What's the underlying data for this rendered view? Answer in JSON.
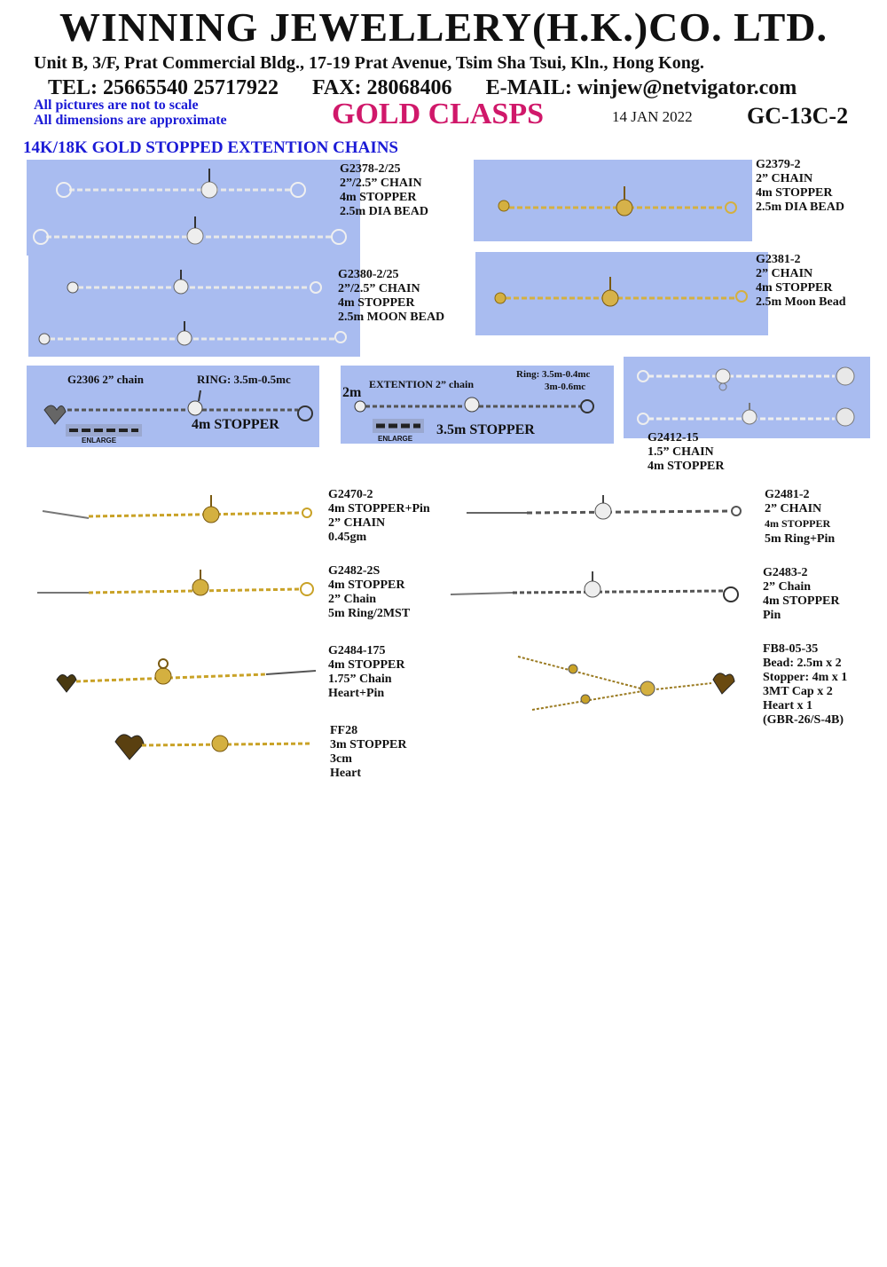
{
  "header": {
    "company": "WINNING JEWELLERY(H.K.)CO. LTD.",
    "address": "Unit B, 3/F, Prat Commercial Bldg., 17-19 Prat Avenue, Tsim Sha Tsui, Kln., Hong Kong.",
    "tel": "TEL: 25665540   25717922",
    "fax": "FAX: 28068406",
    "email": "E-MAIL: winjew@netvigator.com",
    "note1": "All pictures are not to scale",
    "note2": "All dimensions are approximate",
    "title": "GOLD CLASPS",
    "date": "14 JAN 2022",
    "code": "GC-13C-2"
  },
  "section_title": "14K/18K GOLD STOPPED EXTENTION CHAINS",
  "colors": {
    "blue": "#1a1ad6",
    "magenta": "#d0186a",
    "photo_bg": "#a9bcf0",
    "gold": "#c9a227",
    "silver": "#d8d8d8"
  },
  "items": {
    "g2378": {
      "lines": [
        "G2378-2/25",
        "2”/2.5” CHAIN",
        "4m STOPPER",
        "2.5m DIA BEAD"
      ]
    },
    "g2379": {
      "lines": [
        "G2379-2",
        "2” CHAIN",
        "4m STOPPER",
        "2.5m DIA BEAD"
      ]
    },
    "g2380": {
      "lines": [
        "G2380-2/25",
        "2”/2.5” CHAIN",
        "4m STOPPER",
        "2.5m MOON BEAD"
      ]
    },
    "g2381": {
      "lines": [
        "G2381-2",
        "2” CHAIN",
        "4m STOPPER",
        "2.5m Moon Bead"
      ]
    },
    "g2306": {
      "label": "G2306  2” chain",
      "ring": "RING: 3.5m-0.5mc",
      "stopper": "4m STOPPER",
      "enlarge": "ENLARGE"
    },
    "ext": {
      "size": "2m",
      "label": "EXTENTION 2” chain",
      "ring1": "Ring: 3.5m-0.4mc",
      "ring2": "3m-0.6mc",
      "stopper": "3.5m STOPPER",
      "enlarge": "ENLARGE"
    },
    "g2412": {
      "lines": [
        "G2412-15",
        "1.5” CHAIN",
        "4m STOPPER"
      ]
    },
    "g2470": {
      "lines": [
        "G2470-2",
        "4m STOPPER+Pin",
        "2” CHAIN",
        "0.45gm"
      ]
    },
    "g2481": {
      "lines": [
        "G2481-2",
        "2” CHAIN",
        "4m STOPPER",
        "5m Ring+Pin"
      ]
    },
    "g2482": {
      "lines": [
        "G2482-2S",
        "4m STOPPER",
        "2” Chain",
        "5m Ring/2MST"
      ]
    },
    "g2483": {
      "lines": [
        "G2483-2",
        "2” Chain",
        "4m STOPPER",
        "Pin"
      ]
    },
    "g2484": {
      "lines": [
        "G2484-175",
        "4m STOPPER",
        "1.75” Chain",
        "Heart+Pin"
      ]
    },
    "fb8": {
      "lines": [
        "FB8-05-35",
        "Bead: 2.5m x 2",
        "Stopper: 4m x 1",
        "3MT Cap x 2",
        "Heart x 1",
        "(GBR-26/S-4B)"
      ]
    },
    "ff28": {
      "lines": [
        "FF28",
        "3m STOPPER",
        "3cm",
        "Heart"
      ]
    }
  }
}
